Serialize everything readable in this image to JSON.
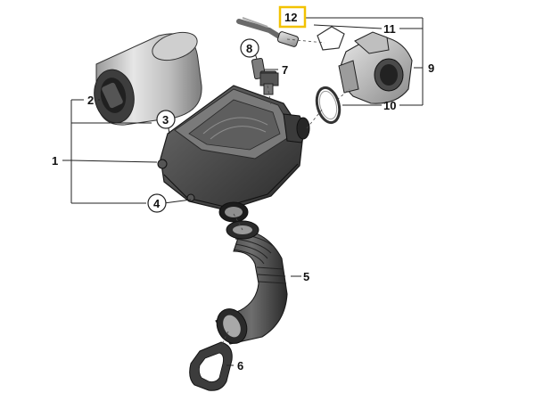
{
  "diagram": {
    "callouts": {
      "c1": "1",
      "c2": "2",
      "c3": "3",
      "c4": "4",
      "c5": "5",
      "c6": "6",
      "c7": "7",
      "c8": "8",
      "c9": "9",
      "c10": "10",
      "c11": "11",
      "c12": "12"
    },
    "highlight_color": "#f2c200"
  }
}
